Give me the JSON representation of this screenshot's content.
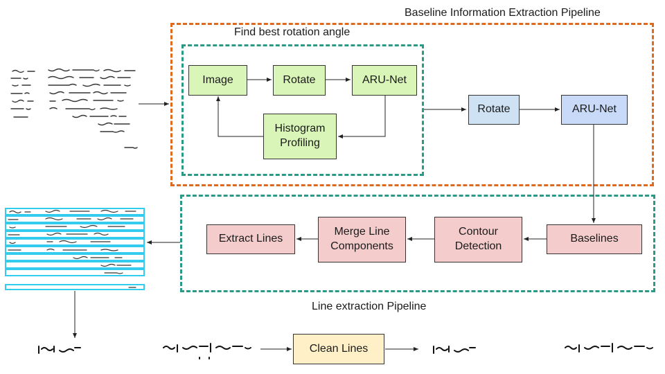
{
  "pipelines": {
    "baseline_title": "Baseline Information Extraction Pipeline",
    "rotation_title": "Find best rotation angle",
    "line_title": "Line extraction Pipeline"
  },
  "nodes": {
    "image": "Image",
    "rotate_1": "Rotate",
    "arunet_1": "ARU-Net",
    "histogram_line1": "Histogram",
    "histogram_line2": "Profiling",
    "rotate_2": "Rotate",
    "arunet_2": "ARU-Net",
    "baselines": "Baselines",
    "contour_line1": "Contour",
    "contour_line2": "Detection",
    "merge_line1": "Merge Line",
    "merge_line2": "Components",
    "extract_lines": "Extract Lines",
    "clean_lines": "Clean Lines"
  },
  "colors": {
    "green": "#d9f5b8",
    "light_blue": "#cfe2f3",
    "blue": "#c9daf8",
    "pink": "#f4cccc",
    "cream": "#fff0c8",
    "orange_border": "#dd6a1f",
    "teal_border": "#2a9a86",
    "line_highlight": "#33ccee"
  }
}
